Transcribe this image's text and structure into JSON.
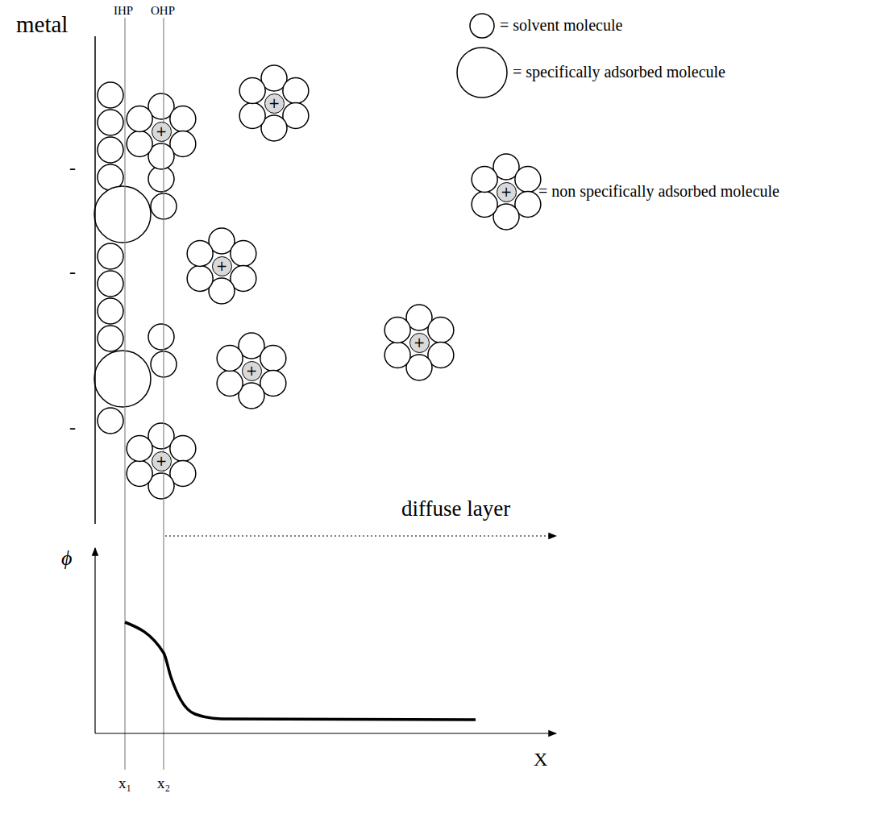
{
  "diagram": {
    "nodes": [
      {
        "text": [
          "+"
        ]
      },
      {
        "text": [
          "+"
        ]
      },
      {
        "text": [
          "+"
        ]
      },
      {
        "text": [
          "+"
        ]
      },
      {
        "text": [
          "+"
        ]
      },
      {
        "text": [
          "+"
        ]
      },
      {
        "text": [
          "+"
        ]
      }
    ],
    "labels": [
      "metal",
      "IHP",
      "OHP",
      "-",
      "-",
      "-",
      "diffuse layer",
      "ϕ",
      "X",
      "x₁",
      "x₂"
    ],
    "legend": [
      {
        "text": "= solvent molecule"
      },
      {
        "text": "= specifically adsorbed molecule"
      },
      {
        "text": "= non specifically adsorbed molecule"
      }
    ]
  }
}
